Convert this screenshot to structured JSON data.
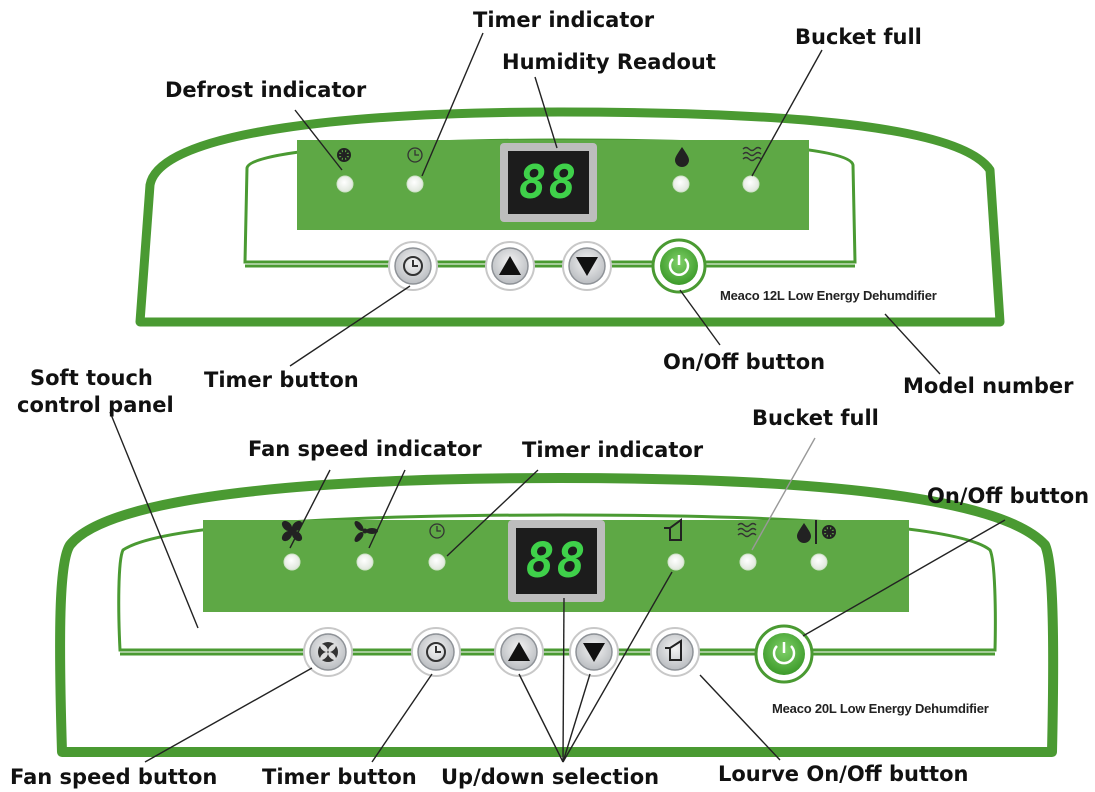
{
  "panels": [
    {
      "model_text": "Meaco 12L Low Energy Dehumdifier",
      "display": "88",
      "indicators": [
        "snowflake-icon",
        "clock-icon",
        "droplet-icon",
        "waves-icon"
      ],
      "buttons": [
        "timer-button",
        "up-button",
        "down-button",
        "power-button"
      ]
    },
    {
      "model_text": "Meaco 20L Low Energy Dehumdifier",
      "display": "88",
      "indicators": [
        "fan-high-icon",
        "fan-low-icon",
        "clock-icon",
        "louvre-icon",
        "waves-icon",
        "droplet-snowflake-icon"
      ],
      "buttons": [
        "fan-speed-button",
        "timer-button",
        "up-button",
        "down-button",
        "louvre-button",
        "power-button"
      ]
    }
  ],
  "labels": {
    "timer_indicator_top": "Timer indicator",
    "humidity_readout": "Humidity Readout",
    "bucket_full_top": "Bucket full",
    "defrost_indicator": "Defrost indicator",
    "timer_button_top": "Timer button",
    "on_off_button_top": "On/Off button",
    "model_number": "Model number",
    "soft_touch_1": "Soft touch",
    "soft_touch_2": "control panel",
    "bucket_full_bottom": "Bucket full",
    "fan_speed_indicator": "Fan speed indicator",
    "timer_indicator_bottom": "Timer indicator",
    "on_off_button_bottom": "On/Off button",
    "fan_speed_button": "Fan speed button",
    "timer_button_bottom": "Timer button",
    "up_down_selection": "Up/down selection",
    "lourve_button": "Lourve On/Off button"
  },
  "colors": {
    "panel_green": "#5ea845",
    "outline_green": "#4a9a32",
    "display_bg": "#1c1c1c",
    "digit_green": "#3fd14a",
    "button_grey": "#cfd1d4"
  }
}
